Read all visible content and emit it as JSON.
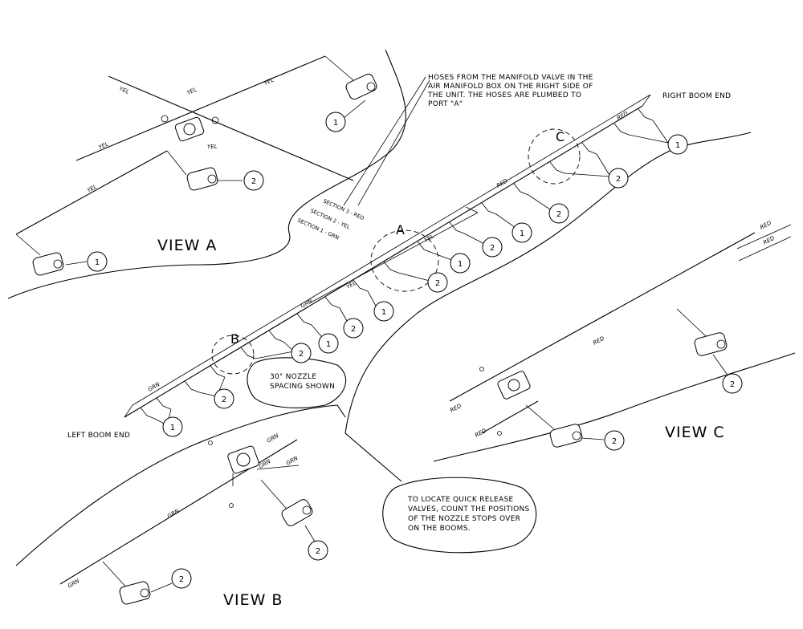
{
  "views": {
    "view_a_label": "VIEW A",
    "view_b_label": "VIEW B",
    "view_c_label": "VIEW C"
  },
  "callouts": {
    "a": "A",
    "b": "B",
    "c": "C"
  },
  "notes": {
    "hoses_line1": "HOSES FROM THE MANIFOLD VALVE IN THE",
    "hoses_line2": "AIR MANIFOLD BOX ON THE RIGHT SIDE OF",
    "hoses_line3": "THE UNIT. THE HOSES ARE PLUMBED TO",
    "hoses_line4": "PORT \"A\"",
    "right_boom_end": "RIGHT BOOM END",
    "left_boom_end": "LEFT BOOM END",
    "nozzle_line1": "30\" NOZZLE",
    "nozzle_line2": "SPACING SHOWN",
    "locate_line1": "TO LOCATE QUICK RELEASE",
    "locate_line2": "VALVES, COUNT THE POSITIONS",
    "locate_line3": "OF THE NOZZLE STOPS OVER",
    "locate_line4": "ON THE BOOMS."
  },
  "sections": {
    "section3": "SECTION 3 - RED",
    "section2": "SECTION 2 - YEL",
    "section1": "SECTION 1 - GRN"
  },
  "hose_colors": {
    "yellow": "YEL",
    "green": "GRN",
    "red": "RED"
  },
  "balloons": {
    "item1": "1",
    "item2": "2"
  }
}
